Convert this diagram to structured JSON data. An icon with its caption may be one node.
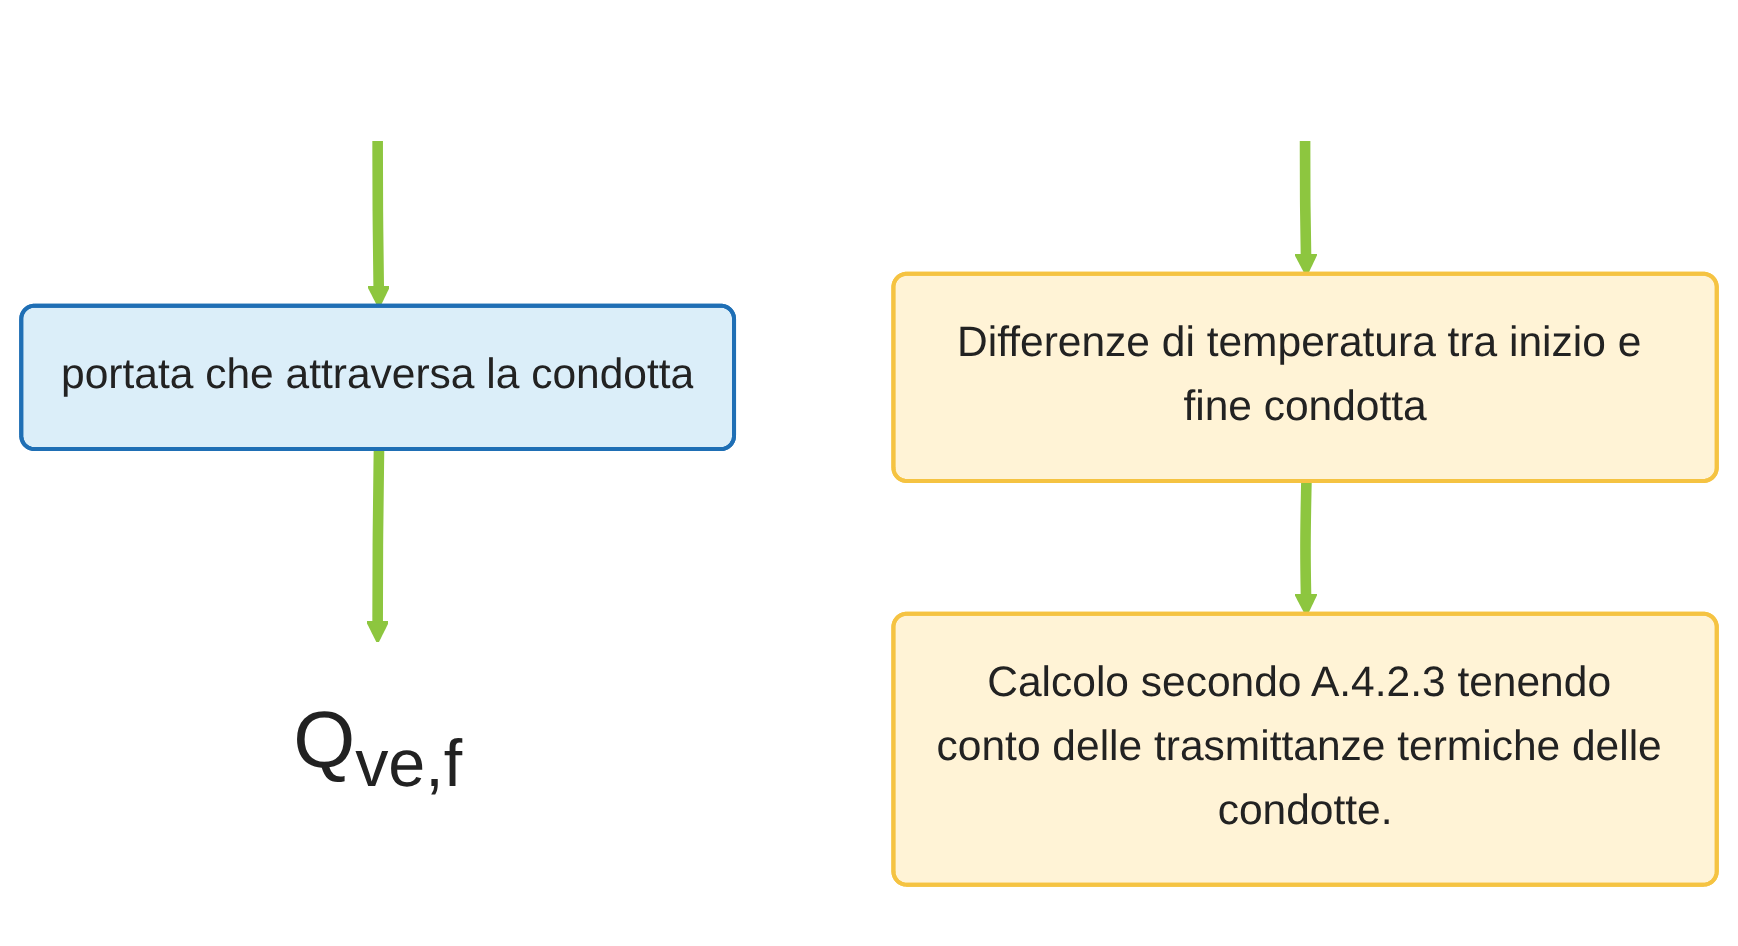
{
  "diagram": {
    "nodes": [
      {
        "text": [
          "portata che attraversa la condotta"
        ]
      },
      {
        "text": [
          "Differenze di temperatura tra inizio e fine condotta"
        ]
      },
      {
        "text": [
          "Calcolo secondo A.4.2.3 tenendo conto delle trasmittanze termiche delle condotte."
        ]
      },
      {
        "text": [
          "Q$_{ve,f}$"
        ]
      }
    ],
    "edges": [
      {
        "from": null,
        "to": 0,
        "arrow": "to"
      },
      {
        "from": null,
        "to": 1,
        "arrow": "to"
      },
      {
        "from": 0,
        "to": 3,
        "arrow": "to"
      },
      {
        "from": 1,
        "to": 2,
        "arrow": "to"
      }
    ]
  }
}
